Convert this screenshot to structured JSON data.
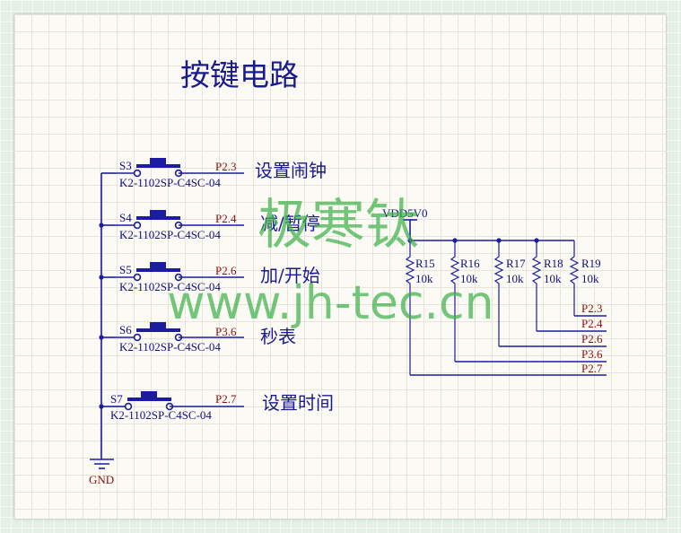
{
  "title": "按键电路",
  "watermark": {
    "cn": "极寒钛",
    "url": "www.jh-tec.cn"
  },
  "switches": [
    {
      "ref": "S3",
      "part": "K2-1102SP-C4SC-04",
      "net": "P2.3",
      "function": "设置闹钟"
    },
    {
      "ref": "S4",
      "part": "K2-1102SP-C4SC-04",
      "net": "P2.4",
      "function": "减/暂停"
    },
    {
      "ref": "S5",
      "part": "K2-1102SP-C4SC-04",
      "net": "P2.6",
      "function": "加/开始"
    },
    {
      "ref": "S6",
      "part": "K2-1102SP-C4SC-04",
      "net": "P3.6",
      "function": "秒表"
    },
    {
      "ref": "S7",
      "part": "K2-1102SP-C4SC-04",
      "net": "P2.7",
      "function": "设置时间"
    }
  ],
  "ground_label": "GND",
  "power_label": "VDD5V0",
  "resistors": [
    {
      "ref": "R15",
      "value": "10k"
    },
    {
      "ref": "R16",
      "value": "10k"
    },
    {
      "ref": "R17",
      "value": "10k"
    },
    {
      "ref": "R18",
      "value": "10k"
    },
    {
      "ref": "R19",
      "value": "10k"
    }
  ],
  "pullup_nets": [
    "P2.3",
    "P2.4",
    "P2.6",
    "P3.6",
    "P2.7"
  ],
  "colors": {
    "wire": "#1c1ca3",
    "net_label": "#8a1010",
    "watermark": "#3db04a",
    "sheet": "#fbfaf4"
  }
}
